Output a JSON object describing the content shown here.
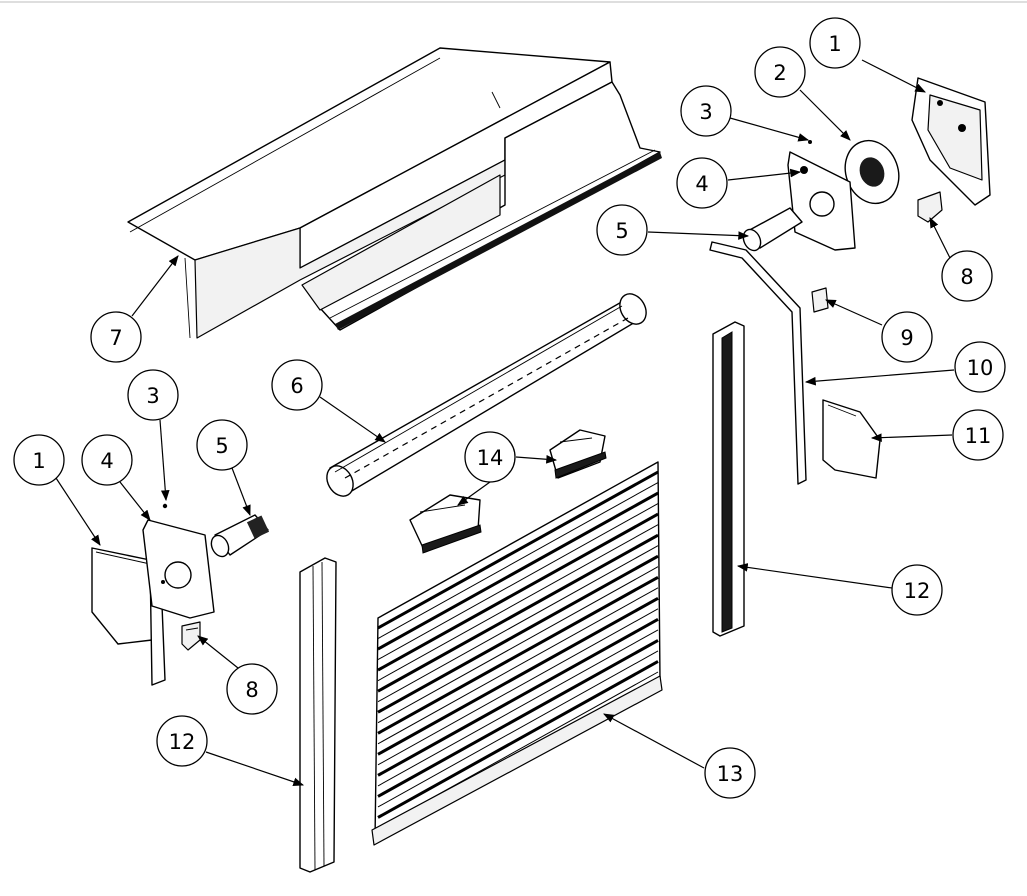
{
  "diagram": {
    "callouts": [
      {
        "id": "c1a",
        "label": "1"
      },
      {
        "id": "c2",
        "label": "2"
      },
      {
        "id": "c3a",
        "label": "3"
      },
      {
        "id": "c4a",
        "label": "4"
      },
      {
        "id": "c5a",
        "label": "5"
      },
      {
        "id": "c8a",
        "label": "8"
      },
      {
        "id": "c9",
        "label": "9"
      },
      {
        "id": "c10",
        "label": "10"
      },
      {
        "id": "c11",
        "label": "11"
      },
      {
        "id": "c12a",
        "label": "12"
      },
      {
        "id": "c7",
        "label": "7"
      },
      {
        "id": "c6",
        "label": "6"
      },
      {
        "id": "c14",
        "label": "14"
      },
      {
        "id": "c3b",
        "label": "3"
      },
      {
        "id": "c1b",
        "label": "1"
      },
      {
        "id": "c4b",
        "label": "4"
      },
      {
        "id": "c5b",
        "label": "5"
      },
      {
        "id": "c8b",
        "label": "8"
      },
      {
        "id": "c12b",
        "label": "12"
      },
      {
        "id": "c13",
        "label": "13"
      }
    ]
  }
}
